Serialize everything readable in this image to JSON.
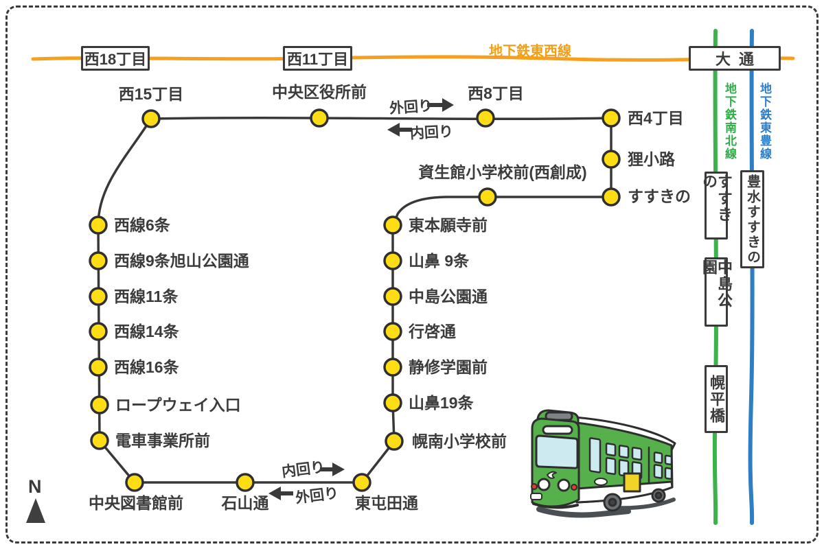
{
  "colors": {
    "tozai_orange": "#F5A01E",
    "namboku_green": "#3BB24A",
    "toho_blue": "#2E7EC5",
    "stop_yellow": "#FFDD15",
    "loop_line_dark": "#383838",
    "text_dark": "#3C3C3C",
    "tram_body_green": "#56B04C"
  },
  "subway_lines": {
    "tozai": {
      "name": "地下鉄東西線",
      "stations": [
        "西18丁目",
        "西11丁目",
        "大通"
      ]
    },
    "namboku": {
      "name": "地下鉄南北線",
      "stations": [
        "すすきの",
        "中島公園",
        "幌平橋"
      ]
    },
    "toho": {
      "name": "地下鉄東豊線",
      "stations": [
        "豊水すすきの"
      ]
    }
  },
  "tram_line": {
    "stations": [
      "西15丁目",
      "中央区役所前",
      "西8丁目",
      "西4丁目",
      "狸小路",
      "すすきの",
      "資生館小学校前(西創成)",
      "東本願寺前",
      "山鼻 9条",
      "中島公園通",
      "行啓通",
      "静修学園前",
      "山鼻19条",
      "幌南小学校前",
      "東屯田通",
      "石山通",
      "中央図書館前",
      "電車事業所前",
      "ロープウェイ入口",
      "西線16条",
      "西線14条",
      "西線11条",
      "西線9条旭山公園通",
      "西線6条"
    ]
  },
  "direction_arrows": {
    "outer_loop": "外回り",
    "inner_loop": "内回り"
  },
  "compass": {
    "north_label": "N"
  }
}
